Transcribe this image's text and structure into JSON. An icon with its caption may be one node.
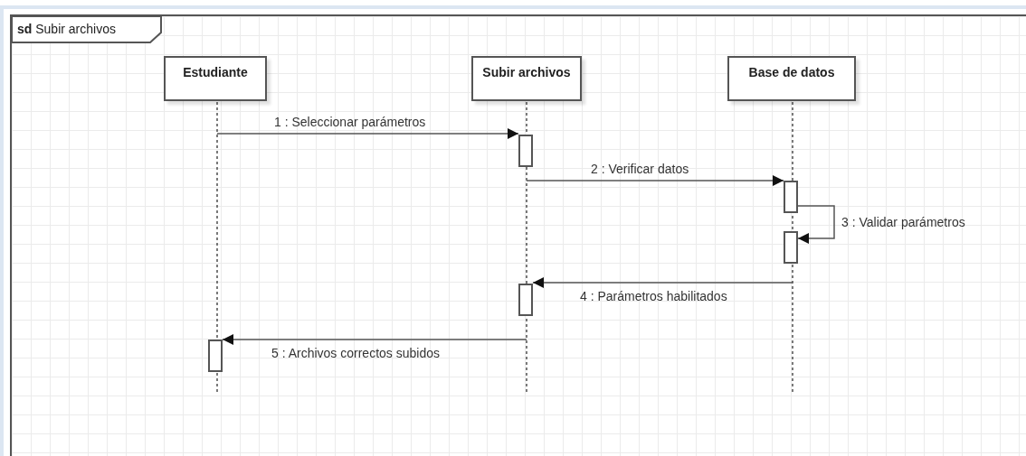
{
  "diagram": {
    "nodes": [
      {
        "text": [
          "**sd** Subir archivos"
        ]
      },
      {
        "text": [
          "Estudiante"
        ],
        "in": 0
      },
      {
        "text": [
          "Subir archivos"
        ],
        "in": 0
      },
      {
        "text": [
          "Base de datos"
        ],
        "in": 0
      },
      {
        "text": [],
        "shape": "bar",
        "in": 0
      },
      {
        "text": [],
        "shape": "bar",
        "in": 0
      },
      {
        "text": [],
        "shape": "bar",
        "in": 0
      },
      {
        "text": [],
        "shape": "bar",
        "in": 0
      },
      {
        "text": [],
        "shape": "bar",
        "in": 0
      }
    ],
    "edges": [
      {
        "from": null,
        "to": 4,
        "arrow": "to",
        "label": "1 : Seleccionar parámetros"
      },
      {
        "from": null,
        "to": 5,
        "arrow": "to",
        "label": "2 : Verificar datos"
      },
      {
        "from": 5,
        "to": 6,
        "arrow": "to",
        "label": "3 : Validar parámetros"
      },
      {
        "from": null,
        "to": 7,
        "arrow": "to",
        "label": "4 : Parámetros habilitados"
      },
      {
        "from": null,
        "to": 8,
        "arrow": "to",
        "label": "5 : Archivos correctos subidos"
      }
    ]
  }
}
